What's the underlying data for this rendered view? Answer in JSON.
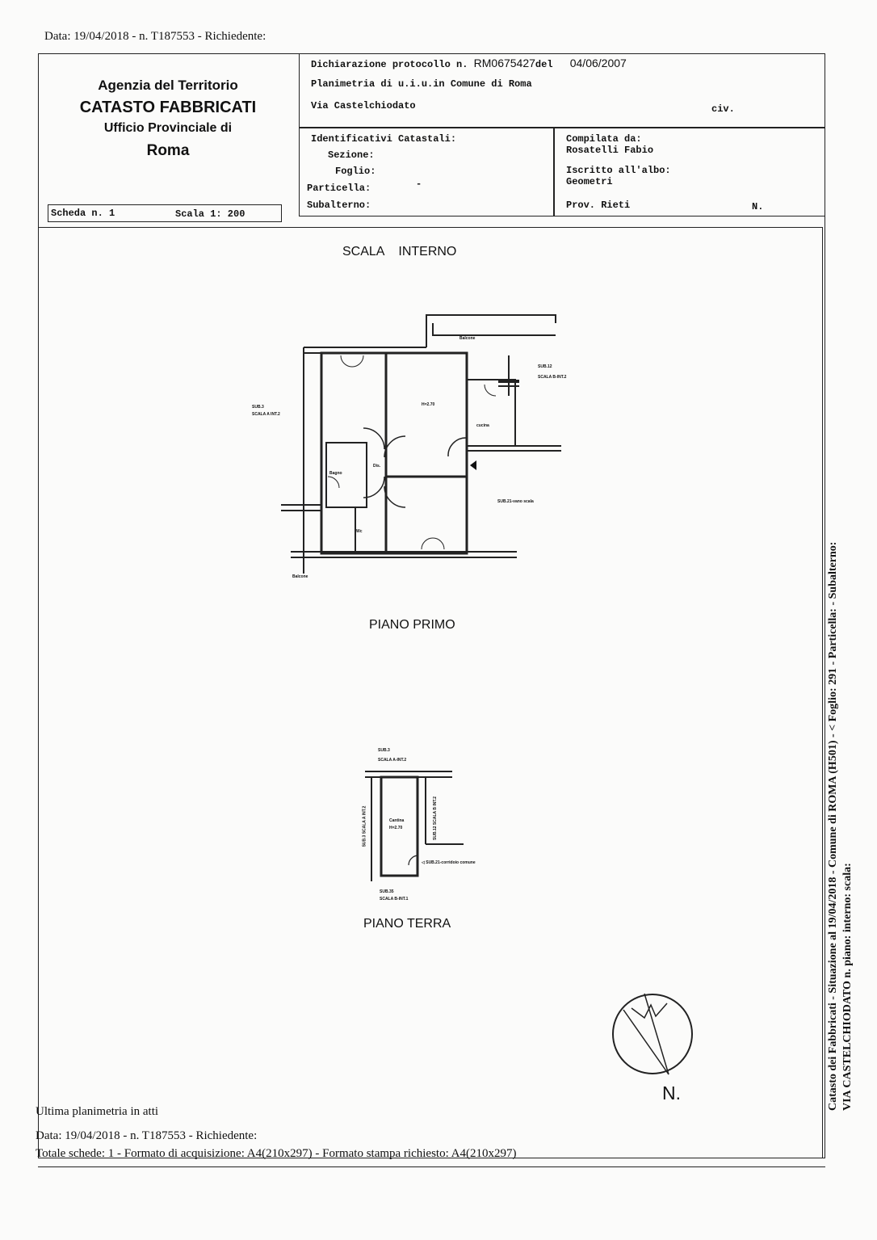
{
  "header": {
    "top_line": "Data: 19/04/2018 - n. T187553 - Richiedente:"
  },
  "agency": {
    "line1": "Agenzia del Territorio",
    "line2": "CATASTO FABBRICATI",
    "line3": "Ufficio Provinciale di",
    "line4": "Roma"
  },
  "declaration": {
    "protocol_label": "Dichiarazione protocollo n.",
    "protocol_number": "RM0675427",
    "del_label": "del",
    "date": "04/06/2007",
    "planimetria": "Planimetria di u.i.u.in Comune di Roma",
    "address": "Via Castelchiodato",
    "civ": "civ."
  },
  "identifiers": {
    "title": "Identificativi Catastali:",
    "sezione": "Sezione:",
    "foglio": "Foglio:",
    "particella": "Particella:",
    "particella_value": "-",
    "subalterno": "Subalterno:"
  },
  "compiler": {
    "title": "Compilata da:",
    "name": "Rosatelli Fabio",
    "iscritto": "Iscritto all'albo:",
    "albo": "Geometri",
    "prov": "Prov. Rieti",
    "n_label": "N."
  },
  "scheda": {
    "label": "Scheda n. 1",
    "scala": "Scala 1: 200"
  },
  "plan": {
    "top_title": "SCALA    INTERNO",
    "first_floor_title": "PIANO PRIMO",
    "ground_floor_title": "PIANO TERRA",
    "labels": {
      "balcone_top": "Balcone",
      "sub12": "SUB.12",
      "scala_b2": "SCALA B-INT.2",
      "sub3": "SUB.3",
      "scala_a2": "SCALA A INT.2",
      "h270": "H=2.70",
      "cucina": "cucina",
      "bagno": "Bagno",
      "dis": "Dis.",
      "wc": "Wc",
      "vano_scala": "SUB.21-vano scala",
      "balcone_bottom": "Balcone",
      "gf_sub3": "SUB.3",
      "gf_scala_a2": "SCALA A-INT.2",
      "gf_left_vertical": "SUB.3 SCALA A INT.2",
      "gf_cantina": "Cantina",
      "gf_h": "H=2.70",
      "gf_right_vertical": "SUB.12 SCALA B INT.2",
      "gf_corridoio": "SUB.21-corridoio comune",
      "gf_sub35": "SUB.35",
      "gf_scala_b1": "SCALA B-INT.1"
    },
    "north": "N."
  },
  "side_text": {
    "line1": "Catasto dei Fabbricati - Situazione al 19/04/2018 - Comune di ROMA (H501) - < Foglio: 291 - Particella:     - Subalterno:",
    "line2": "VIA CASTELCHIODATO n.     piano:     interno:     scala:"
  },
  "footer": {
    "ultima": "Ultima planimetria in atti",
    "data": "Data: 19/04/2018 - n. T187553 - Richiedente:",
    "totale": "Totale schede: 1 - Formato di acquisizione: A4(210x297) - Formato stampa richiesto: A4(210x297)"
  }
}
